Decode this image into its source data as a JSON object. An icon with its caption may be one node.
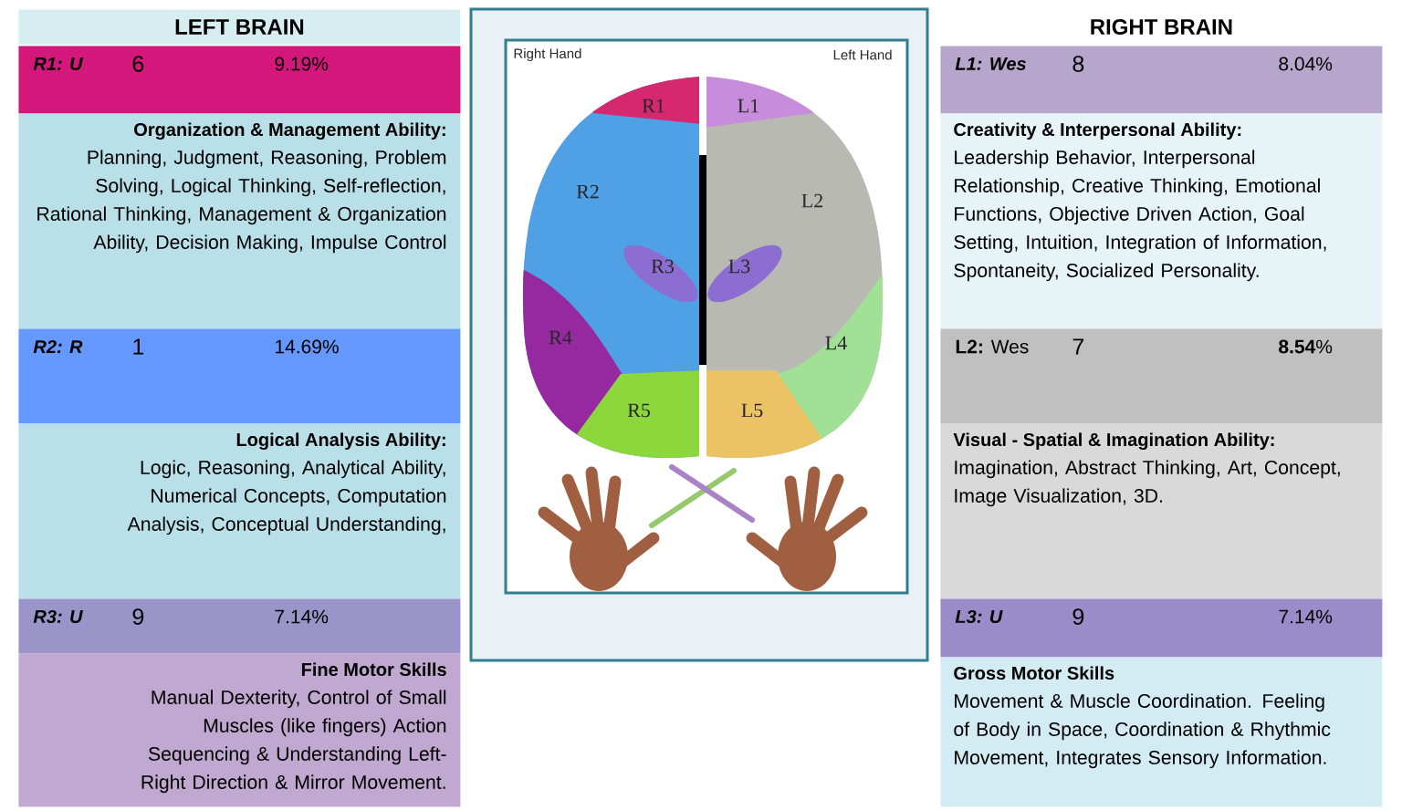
{
  "diagram": {
    "nodes": [
      {
        "text": [
          "LEFT BRAIN"
        ]
      },
      {
        "text": [
          "R1: U",
          "6",
          "9.19%"
        ]
      },
      {
        "text": [
          "Organization & Management  Ability:",
          "Planning, Judgment, Reasoning, Problem Solving, Logical Thinking, Self-reflection, Rational Thinking, Management & Organization Ability, Decision Making, Impulse Control"
        ]
      },
      {
        "text": [
          "R2: R",
          "1",
          "14.69%"
        ]
      },
      {
        "text": [
          "Logical Analysis Ability:",
          "Logic, Reasoning, Analytical Ability, Numerical Concepts, Computation Analysis, Conceptual Understanding,"
        ]
      },
      {
        "text": [
          "R3: U",
          "9",
          "7.14%"
        ]
      },
      {
        "text": [
          "Fine Motor Skills",
          "Manual Dexterity, Control of Small Muscles (like fingers) Action Sequencing & Understanding Left-Right Direction & Mirror Movement."
        ]
      },
      {
        "text": [
          "RIGHT BRAIN"
        ]
      },
      {
        "text": [
          "L1: Wes",
          "8",
          "8.04%"
        ]
      },
      {
        "text": [
          "Creativity & Interpersonal Ability:",
          "Leadership Behavior,  Interpersonal Relationship, Creative Thinking, Emotional Functions, Objective Driven Action, Goal Setting, Intuition, Integration of Information, Spontaneity, Socialized Personality."
        ]
      },
      {
        "text": [
          "**L2:** Wes",
          "7",
          "**8.54**%"
        ]
      },
      {
        "text": [
          "Visual - Spatial & Imagination Ability:",
          "Imagination, Abstract Thinking, Art, Concept, Image Visualization, 3D."
        ]
      },
      {
        "text": [
          "L3: U",
          "9",
          "7.14%"
        ]
      },
      {
        "text": [
          "Gross Motor Skills",
          "Movement & Muscle Coordination. Feeling of Body in Space, Coordination & Rhythmic Movement, Integrates Sensory Information."
        ]
      }
    ],
    "labels": [
      "Right Hand",
      "Left Hand",
      "R1",
      "L1",
      "R2",
      "L2",
      "R3",
      "L3",
      "R4",
      "L4",
      "R5",
      "L5"
    ]
  }
}
